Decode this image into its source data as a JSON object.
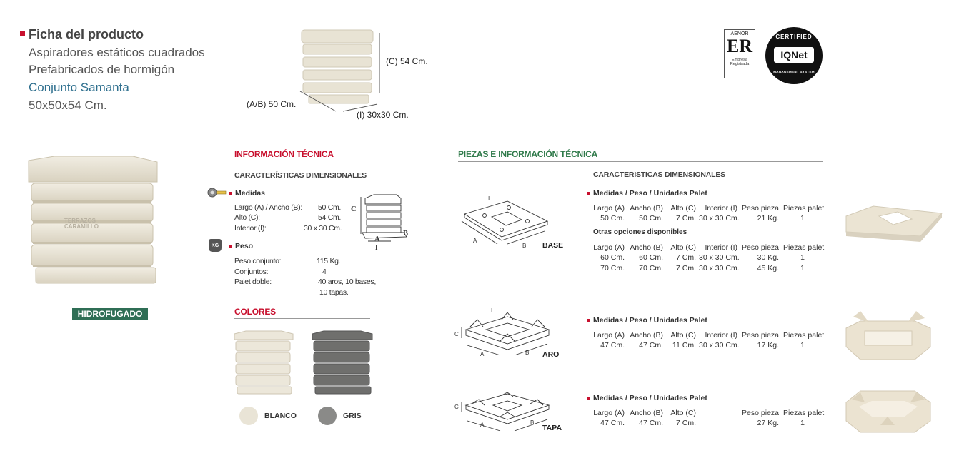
{
  "header": {
    "title": "Ficha del producto",
    "line1": "Aspiradores estáticos cuadrados",
    "line2": "Prefabricados de hormigón",
    "line3": "Conjunto Samanta",
    "line4": "50x50x54 Cm."
  },
  "hero_dims": {
    "c": "(C) 54 Cm.",
    "ab": "(A/B) 50 Cm.",
    "i": "(I) 30x30 Cm."
  },
  "certs": {
    "aenor_top": "AENOR",
    "aenor_mark": "ER",
    "aenor_sub1": "Empresa",
    "aenor_sub2": "Registrada",
    "iqnet_top": "CERTIFIED",
    "iqnet_mark": "IQNet",
    "iqnet_bottom": "MANAGEMENT SYSTEM"
  },
  "main_product": {
    "watermark": "TERRAZOS CARAMILLO",
    "badge": "HIDROFUGADO"
  },
  "info": {
    "section_title": "INFORMACIÓN TÉCNICA",
    "subtitle": "CARACTERÍSTICAS DIMENSIONALES",
    "medidas_label": "Medidas",
    "medidas": [
      {
        "k": "Largo (A) / Ancho (B):",
        "v": "50 Cm."
      },
      {
        "k": "Alto (C):",
        "v": "54 Cm."
      },
      {
        "k": "Interior (I):",
        "v": "30 x 30 Cm."
      }
    ],
    "diagram_c": "C",
    "diagram_a": "A",
    "diagram_b": "B",
    "diagram_i": "I",
    "peso_icon": "KG",
    "peso_label": "Peso",
    "peso": [
      {
        "k": "Peso conjunto:",
        "v": "115 Kg."
      },
      {
        "k": "Conjuntos:",
        "v": "4"
      },
      {
        "k": "Palet doble:",
        "v": "40 aros, 10 bases,"
      },
      {
        "k": "",
        "v": "10 tapas."
      }
    ]
  },
  "colors": {
    "section_title": "COLORES",
    "items": [
      {
        "name": "BLANCO",
        "hex": "#e9e4d6"
      },
      {
        "name": "GRIS",
        "hex": "#8a8a88"
      }
    ]
  },
  "pieces": {
    "section_title": "PIEZAS E INFORMACIÓN TÉCNICA",
    "subtitle": "CARACTERÍSTICAS DIMENSIONALES",
    "base": {
      "label": "BASE",
      "heading": "Medidas / Peso / Unidades Palet",
      "headers": [
        "Largo (A)",
        "Ancho (B)",
        "Alto (C)",
        "Interior (I)",
        "Peso pieza",
        "Piezas palet"
      ],
      "rows": [
        [
          "50 Cm.",
          "50 Cm.",
          "7 Cm.",
          "30 x 30 Cm.",
          "21 Kg.",
          "1"
        ]
      ],
      "other_title": "Otras opciones disponibles",
      "other_headers": [
        "Largo (A)",
        "Ancho (B)",
        "Alto (C)",
        "Interior (I)",
        "Peso pieza",
        "Piezas palet"
      ],
      "other_rows": [
        [
          "60 Cm.",
          "60 Cm.",
          "7 Cm.",
          "30 x 30 Cm.",
          "30 Kg.",
          "1"
        ],
        [
          "70 Cm.",
          "70 Cm.",
          "7 Cm.",
          "30 x 30 Cm.",
          "45 Kg.",
          "1"
        ]
      ]
    },
    "aro": {
      "label": "ARO",
      "heading": "Medidas / Peso / Unidades Palet",
      "headers": [
        "Largo (A)",
        "Ancho (B)",
        "Alto (C)",
        "Interior (I)",
        "Peso pieza",
        "Piezas palet"
      ],
      "rows": [
        [
          "47 Cm.",
          "47 Cm.",
          "11 Cm.",
          "30 x 30 Cm.",
          "17 Kg.",
          "1"
        ]
      ]
    },
    "tapa": {
      "label": "TAPA",
      "heading": "Medidas / Peso / Unidades Palet",
      "headers": [
        "Largo (A)",
        "Ancho (B)",
        "Alto (C)",
        "",
        "Peso pieza",
        "Piezas palet"
      ],
      "rows": [
        [
          "47 Cm.",
          "47 Cm.",
          "7 Cm.",
          "",
          "27 Kg.",
          "1"
        ]
      ]
    },
    "letters": {
      "a": "A",
      "b": "B",
      "c": "C",
      "i": "I"
    }
  }
}
